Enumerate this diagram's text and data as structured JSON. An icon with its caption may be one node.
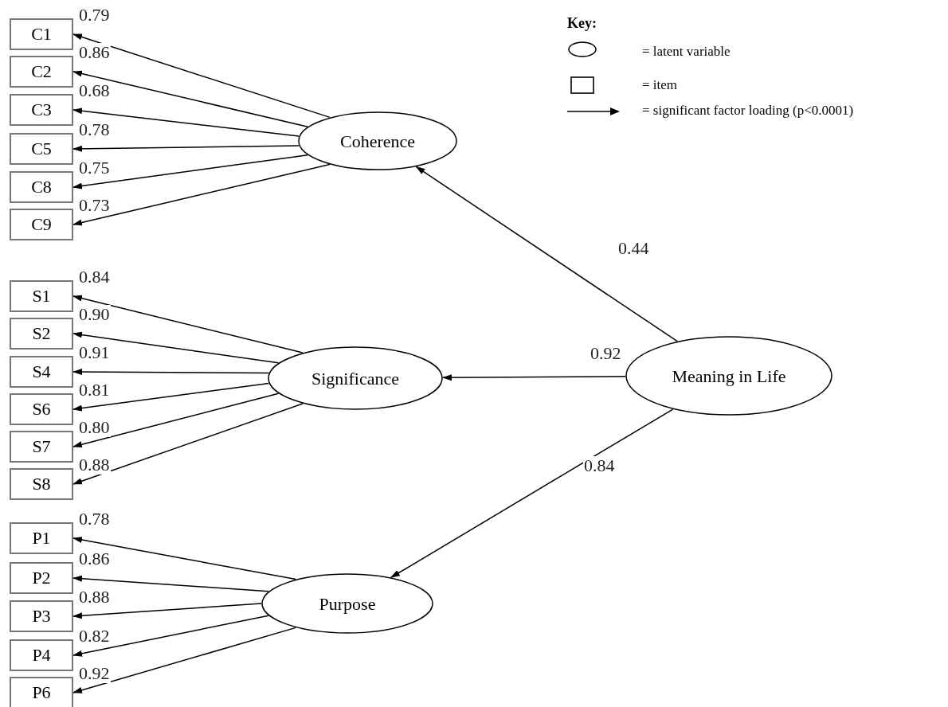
{
  "diagram": {
    "nodes": [
      {
        "text": [
          "Coherence"
        ]
      },
      {
        "text": [
          "Significance"
        ]
      },
      {
        "text": [
          "Purpose"
        ]
      },
      {
        "text": [
          "Meaning in Life"
        ]
      },
      {
        "text": [
          "C1"
        ]
      },
      {
        "text": [
          "C2"
        ]
      },
      {
        "text": [
          "C3"
        ]
      },
      {
        "text": [
          "C5"
        ]
      },
      {
        "text": [
          "C8"
        ]
      },
      {
        "text": [
          "C9"
        ]
      },
      {
        "text": [
          "S1"
        ]
      },
      {
        "text": [
          "S2"
        ]
      },
      {
        "text": [
          "S4"
        ]
      },
      {
        "text": [
          "S6"
        ]
      },
      {
        "text": [
          "S7"
        ]
      },
      {
        "text": [
          "S8"
        ]
      },
      {
        "text": [
          "P1"
        ]
      },
      {
        "text": [
          "P2"
        ]
      },
      {
        "text": [
          "P3"
        ]
      },
      {
        "text": [
          "P4"
        ]
      },
      {
        "text": [
          "P6"
        ]
      }
    ],
    "edges": [
      {
        "from": 3,
        "to": 0,
        "arrow": "to",
        "label": "0.44"
      },
      {
        "from": 3,
        "to": 1,
        "arrow": "to",
        "label": "0.92"
      },
      {
        "from": 3,
        "to": 2,
        "arrow": "to",
        "label": "0.84"
      },
      {
        "from": 0,
        "to": 4,
        "arrow": "to",
        "label": "0.79"
      },
      {
        "from": 0,
        "to": 5,
        "arrow": "to",
        "label": "0.86"
      },
      {
        "from": 0,
        "to": 6,
        "arrow": "to",
        "label": "0.68"
      },
      {
        "from": 0,
        "to": 7,
        "arrow": "to",
        "label": "0.78"
      },
      {
        "from": 0,
        "to": 8,
        "arrow": "to",
        "label": "0.75"
      },
      {
        "from": 0,
        "to": 9,
        "arrow": "to",
        "label": "0.73"
      },
      {
        "from": 1,
        "to": 10,
        "arrow": "to",
        "label": "0.84"
      },
      {
        "from": 1,
        "to": 11,
        "arrow": "to",
        "label": "0.90"
      },
      {
        "from": 1,
        "to": 12,
        "arrow": "to",
        "label": "0.91"
      },
      {
        "from": 1,
        "to": 13,
        "arrow": "to",
        "label": "0.81"
      },
      {
        "from": 1,
        "to": 14,
        "arrow": "to",
        "label": "0.80"
      },
      {
        "from": 1,
        "to": 15,
        "arrow": "to",
        "label": "0.88"
      },
      {
        "from": 2,
        "to": 16,
        "arrow": "to",
        "label": "0.78"
      },
      {
        "from": 2,
        "to": 17,
        "arrow": "to",
        "label": "0.86"
      },
      {
        "from": 2,
        "to": 18,
        "arrow": "to",
        "label": "0.88"
      },
      {
        "from": 2,
        "to": 19,
        "arrow": "to",
        "label": "0.82"
      },
      {
        "from": 2,
        "to": 20,
        "arrow": "to",
        "label": "0.92"
      }
    ],
    "labels": [
      "Key:"
    ],
    "legend": [
      {
        "text": "= latent variable"
      },
      {
        "text": "= item"
      },
      {
        "text": "= significant factor loading (p<0.0001)"
      }
    ]
  }
}
